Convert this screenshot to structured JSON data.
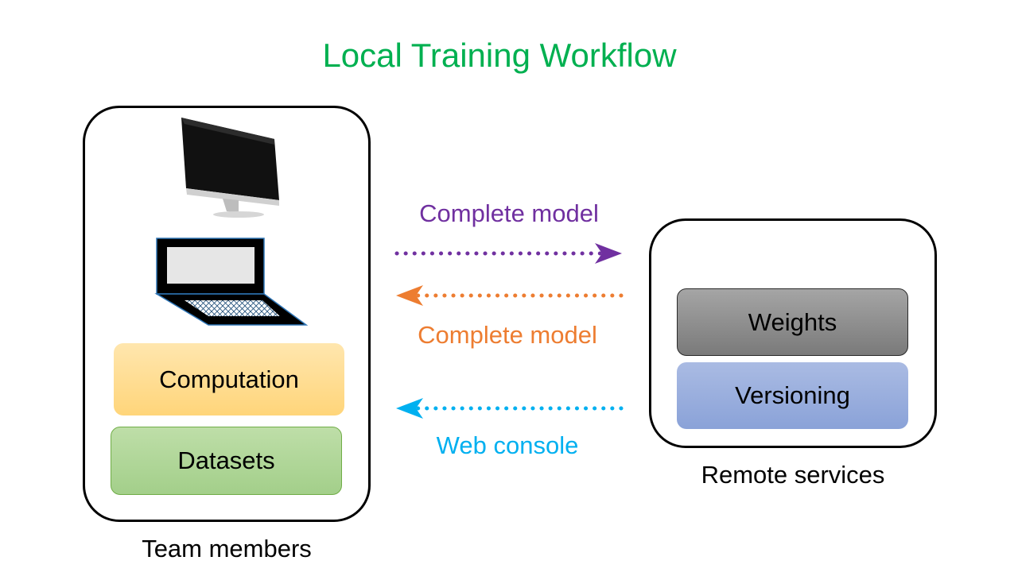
{
  "title": "Local Training Workflow",
  "left_panel": {
    "caption": "Team members",
    "computation": "Computation",
    "datasets": "Datasets",
    "icons": [
      "desktop-monitor-icon",
      "laptop-icon"
    ]
  },
  "right_panel": {
    "caption": "Remote services",
    "weights": "Weights",
    "versioning": "Versioning"
  },
  "arrows": [
    {
      "label": "Complete model",
      "direction": "right",
      "color": "#7030a0"
    },
    {
      "label": "Complete model",
      "direction": "left",
      "color": "#ed7d31"
    },
    {
      "label": "Web console",
      "direction": "left",
      "color": "#00b0f0"
    }
  ],
  "colors": {
    "title": "#00b050",
    "computation": "#ffd57a",
    "datasets": "#a9d18e",
    "weights": "#7f7f7f",
    "versioning": "#8faadc"
  }
}
